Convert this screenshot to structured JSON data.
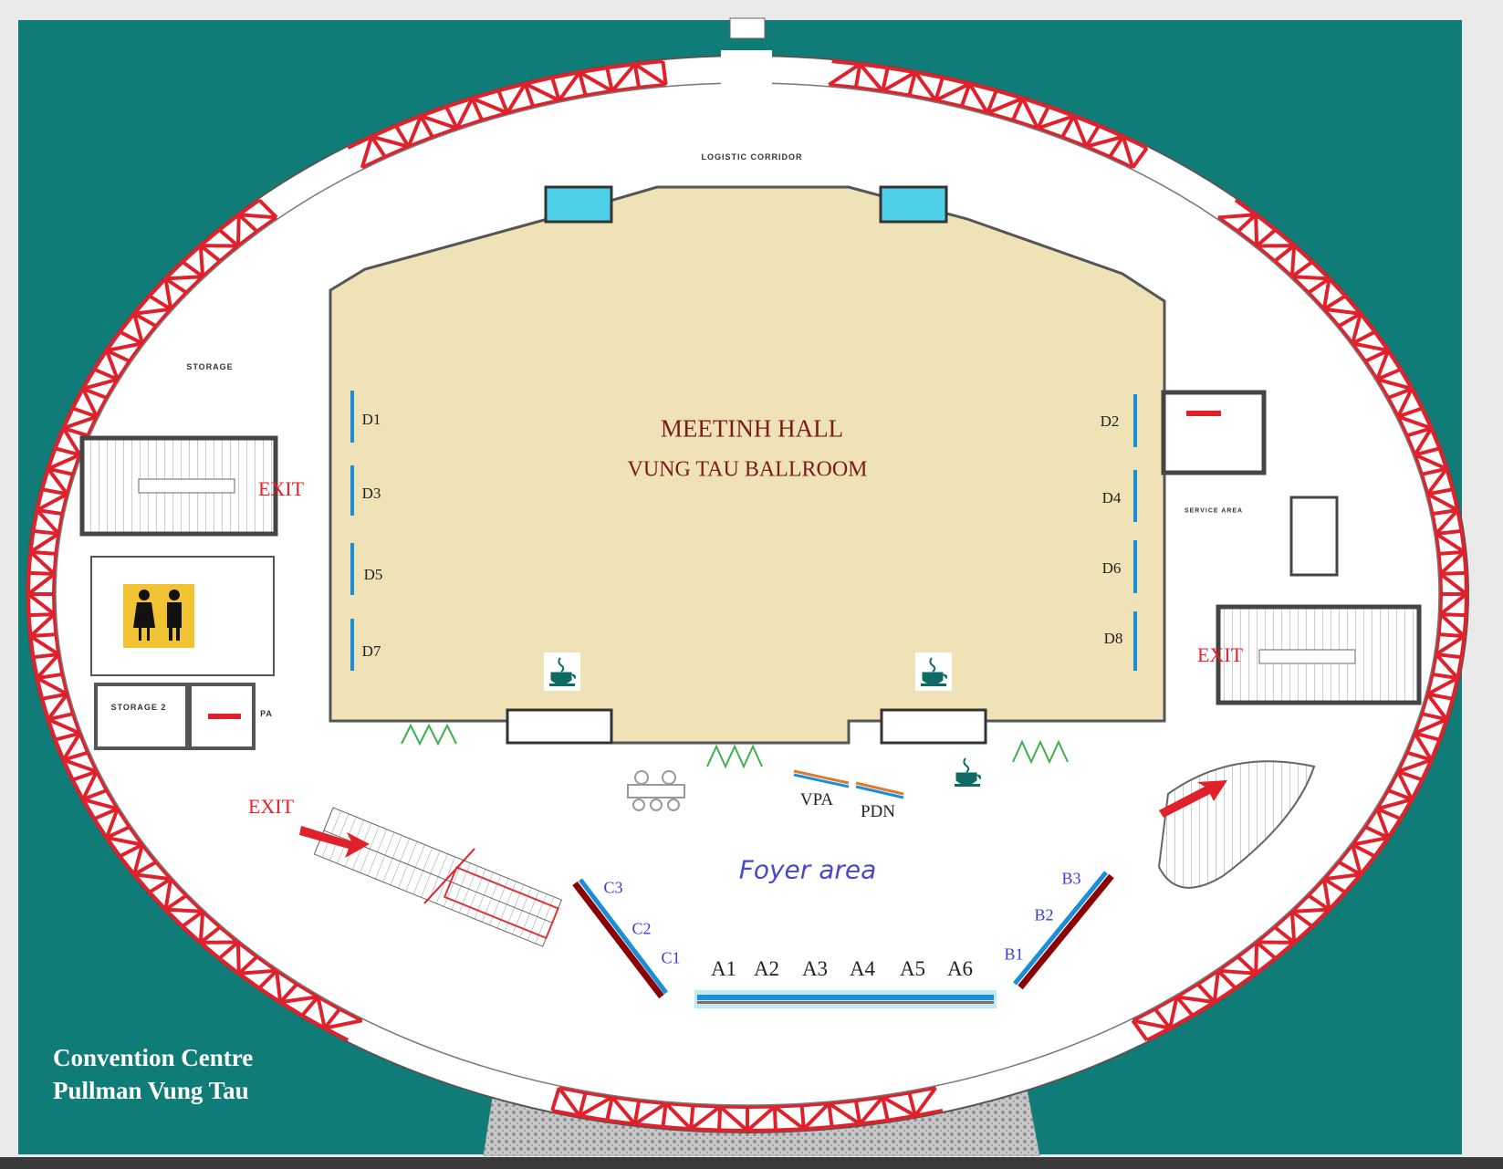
{
  "venue": {
    "line1": "Convention Centre",
    "line2": "Pullman Vung Tau"
  },
  "hall": {
    "name": "MEETINH HALL",
    "subtitle": "VUNG TAU BALLROOM"
  },
  "doors": [
    "D1",
    "D2",
    "D3",
    "D4",
    "D5",
    "D6",
    "D7",
    "D8"
  ],
  "exits": [
    "EXIT",
    "EXIT",
    "EXIT"
  ],
  "area_labels": {
    "foyer": "Foyer area",
    "corridor": "LOGISTIC CORRIDOR",
    "storage": "STORAGE",
    "storage2": "STORAGE 2",
    "pa": "PA",
    "service": "SERVICE AREA"
  },
  "special_booths": [
    "VPA",
    "PDN"
  ],
  "booths_a": [
    "A1",
    "A2",
    "A3",
    "A4",
    "A5",
    "A6"
  ],
  "booths_b": [
    "B1",
    "B2",
    "B3"
  ],
  "booths_c": [
    "C1",
    "C2",
    "C3"
  ],
  "colors": {
    "background": "#0f7c78",
    "ballroom": "#efe2b6",
    "truss": "#e0202a",
    "booth": "#1a8fd8",
    "label_blue": "#3b3bd0",
    "hall_text": "#7a1c1c"
  },
  "icons": [
    "coffee-icon",
    "restroom-icon",
    "exit-arrow-icon",
    "stairs-icon",
    "table-icon"
  ]
}
